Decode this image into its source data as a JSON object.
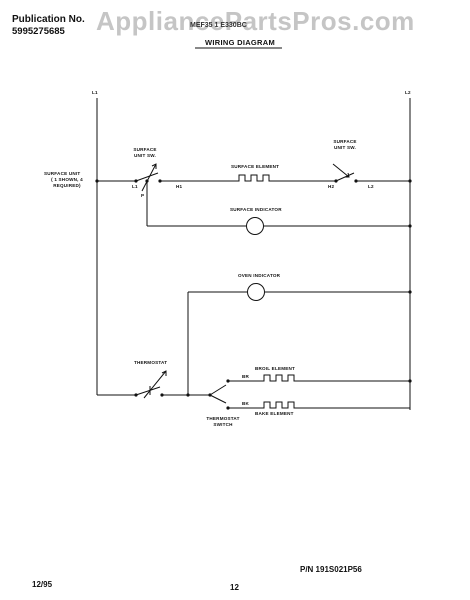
{
  "header": {
    "publication_label": "Publication No.",
    "publication_number": "5995275685",
    "model_text": "MEF35 1 E330BC",
    "watermark": "AppliancePartsPros.com",
    "diagram_title": "WIRING DIAGRAM"
  },
  "diagram": {
    "rail_left": "L1",
    "rail_right": "L2",
    "surface_unit": "SURFACE UNIT",
    "surface_unit_note": "( 1 SHOWN, 4 REQUIRED)",
    "surface_unit_switch_left": "SURFACE UNIT SW.",
    "surface_unit_switch_right": "SURFACE UNIT SW.",
    "surface_element": "SURFACE ELEMENT",
    "surface_indicator": "SURFACE INDICATOR",
    "oven_indicator": "OVEN INDICATOR",
    "thermostat": "THERMOSTAT",
    "thermostat_switch": "THERMOSTAT SWITCH",
    "broil_element": "BROIL ELEMENT",
    "bake_element": "BAKE ELEMENT",
    "term_l1": "L1",
    "term_h1": "H1",
    "term_p": "P",
    "term_h2": "H2",
    "term_l2": "L2",
    "term_br": "BR",
    "term_bk": "BK"
  },
  "footer": {
    "part_number": "P/N 191S021P56",
    "date": "12/95",
    "page": "12"
  }
}
